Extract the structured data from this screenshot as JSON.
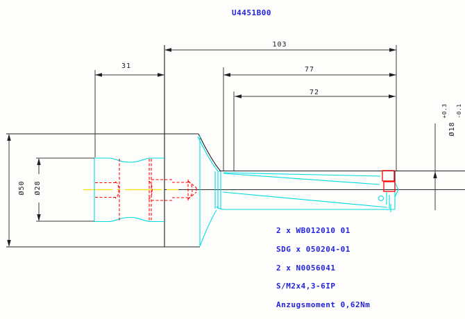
{
  "title": "U4451B00",
  "drawing": {
    "type": "cad-technical-drawing",
    "view": "side view of indexable insert drill with tool holder",
    "dims": {
      "len103": "103",
      "len77": "77",
      "len72": "72",
      "len31": "31",
      "dia50": "Ø50",
      "dia28": "Ø28",
      "dia18": "Ø18",
      "dia18_plus": "+0.3",
      "dia18_minus": "-0.1"
    },
    "notes": [
      "2 x WB012010 01",
      "SDG x 050204-01",
      "2 x N0056041",
      "S/M2x4,3-6IP",
      "Anzugsmoment 0,62Nm"
    ],
    "colors": {
      "outline_cyan": "#00dbe3",
      "hidden_red": "#ff0000",
      "centerline_yellow": "#ffdf00",
      "dimension_black": "#3a3a3a",
      "text_blue": "#2323dd",
      "background": "#fdfdfb"
    }
  }
}
